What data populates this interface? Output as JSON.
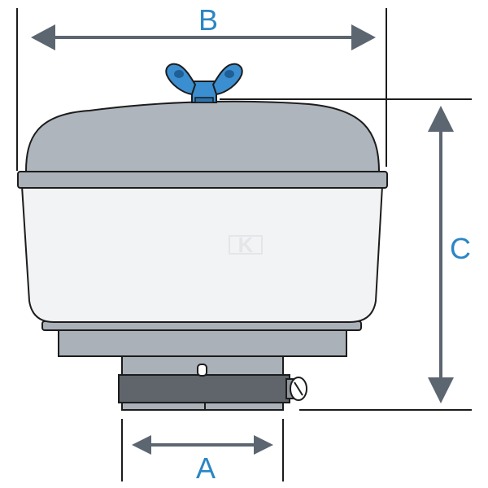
{
  "dimensions": {
    "b_label": "B",
    "c_label": "C",
    "a_label": "A"
  },
  "watermark": "K",
  "colors": {
    "outline": "#1c1c1c",
    "housing_light": "#f2f3f4",
    "cover_grey": "#aeb5bc",
    "ring_grey": "#aab1b8",
    "clamp_dark": "#5f656b",
    "dimension_arrow": "#5c6670",
    "wing_nut": "#3b8fd0",
    "label_blue": "#2b86c5"
  },
  "icons": {
    "fastener": "wing-nut-icon"
  }
}
